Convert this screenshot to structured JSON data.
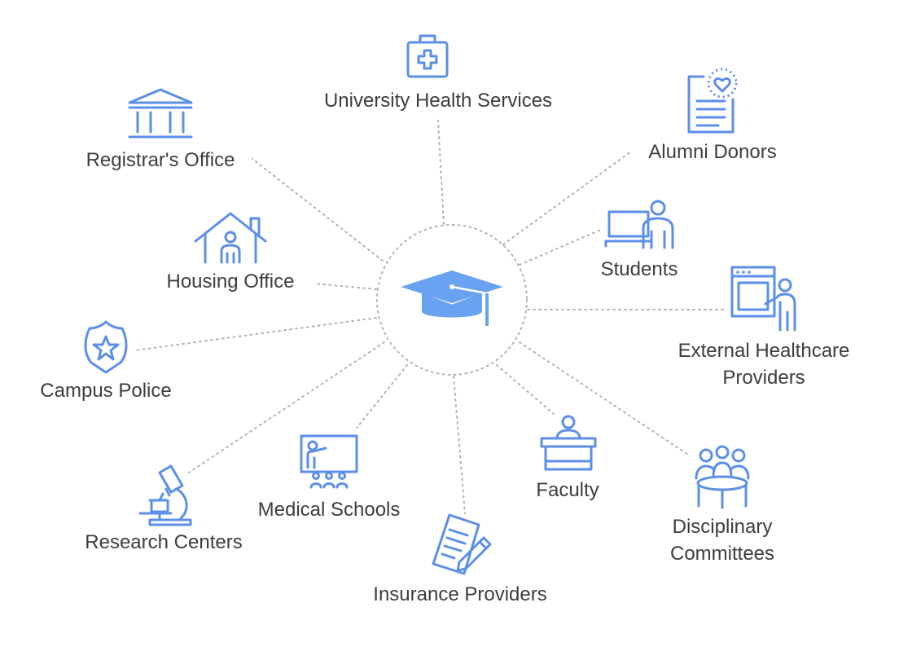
{
  "diagram": {
    "center": {
      "icon": "graduation-cap-icon"
    },
    "colors": {
      "icon": "#5b8fe8",
      "cap": "#6aa2f2",
      "line": "#b3b3b3",
      "text": "#3d3d3d"
    },
    "nodes": [
      {
        "key": "uhs",
        "label": "University Health Services",
        "icon": "medical-kit-icon"
      },
      {
        "key": "alumni",
        "label": "Alumni Donors",
        "icon": "donation-document-icon"
      },
      {
        "key": "students",
        "label": "Students",
        "icon": "student-laptop-icon"
      },
      {
        "key": "ehp",
        "label": "External Healthcare Providers",
        "icon": "presenter-board-icon"
      },
      {
        "key": "disc",
        "label": "Disciplinary Committees",
        "icon": "meeting-table-icon"
      },
      {
        "key": "faculty",
        "label": "Faculty",
        "icon": "lectern-icon"
      },
      {
        "key": "insurance",
        "label": "Insurance Providers",
        "icon": "document-pen-icon"
      },
      {
        "key": "medical",
        "label": "Medical Schools",
        "icon": "lecture-screen-icon"
      },
      {
        "key": "research",
        "label": "Research Centers",
        "icon": "microscope-icon"
      },
      {
        "key": "police",
        "label": "Campus Police",
        "icon": "police-badge-icon"
      },
      {
        "key": "housing",
        "label": "Housing Office",
        "icon": "house-icon"
      },
      {
        "key": "registrar",
        "label": "Registrar's Office",
        "icon": "institution-building-icon"
      }
    ]
  }
}
